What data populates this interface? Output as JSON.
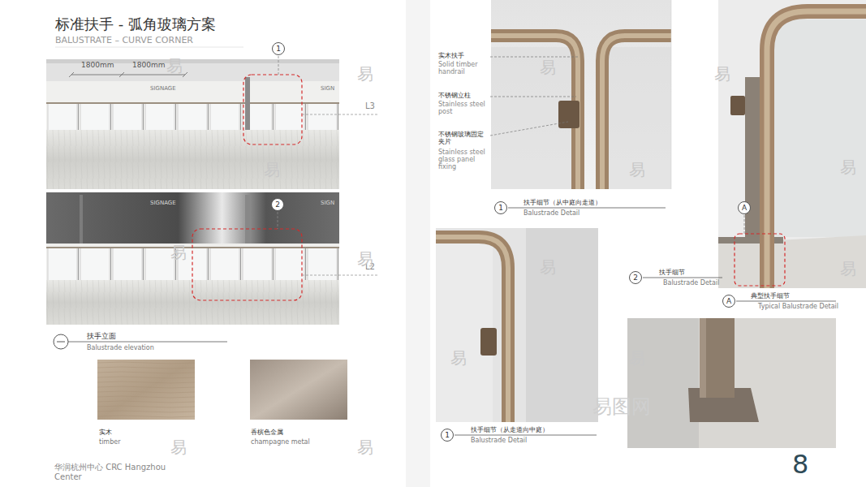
{
  "diagram": {
    "title": "标准扶手 - 弧角玻璃方案",
    "nodes": [
      {
        "text": [
          "1"
        ]
      },
      {
        "text": [
          "2"
        ]
      },
      {
        "text": [
          "1"
        ]
      },
      {
        "text": [
          "2"
        ]
      },
      {
        "text": [
          "A"
        ]
      },
      {
        "text": [
          "A"
        ]
      },
      {
        "text": [
          "1"
        ]
      }
    ],
    "labels": [
      "BALUSTRATE – CURVE CORNER",
      "1800mm",
      "1800mm",
      "SIGNAGE",
      "SIGN",
      "SIGNAGE",
      "SIGN",
      "L3",
      "L2",
      "扶手立面",
      "Balustrade elevation",
      "实木",
      "timber",
      "香槟色金属",
      "champagne metal",
      "华润杭州中心 CRC Hangzhou Center",
      "8",
      "实木扶手",
      "Solid timber handrail",
      "不锈钢立柱",
      "Stainless steel post",
      "不锈钢玻璃固定夹片",
      "Stainless steel glass panel fixing",
      "扶手细节（从中庭向走道）",
      "Balustrade Detail",
      "扶手细节",
      "Balustrade Detail",
      "典型扶手细节",
      "Typical Balustrade Detail",
      "扶手细节（从走道向中庭）",
      "Balustrade Detail",
      "易",
      "易",
      "易",
      "易",
      "易",
      "易",
      "易",
      "易",
      "易",
      "易",
      "易",
      "易",
      "易",
      "易",
      "易",
      "易图网"
    ]
  }
}
